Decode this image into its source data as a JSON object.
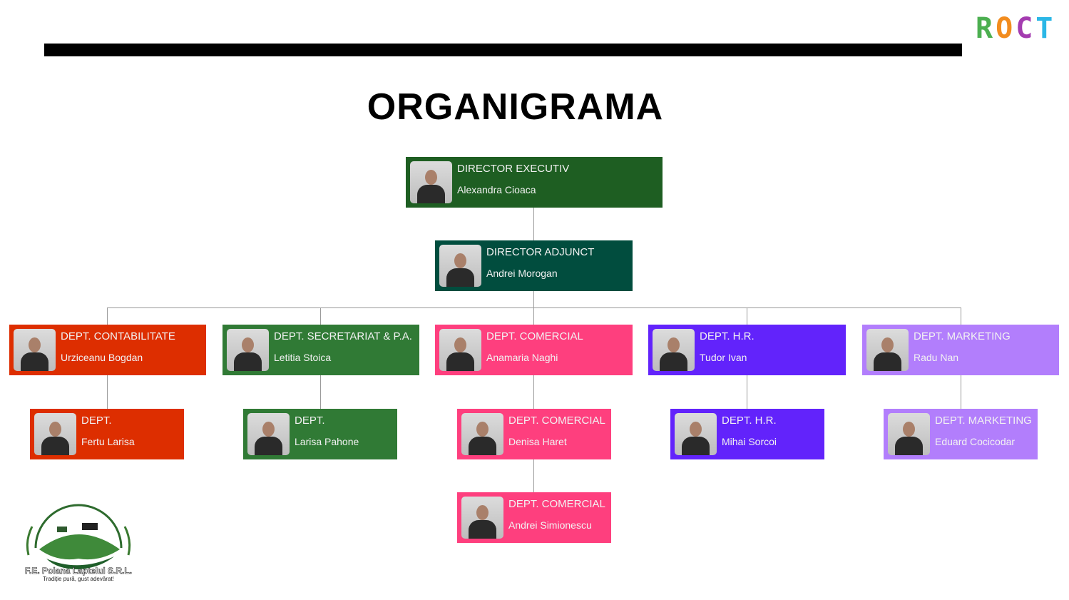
{
  "title": "ORGANIGRAMA",
  "brand": {
    "letters": [
      "R",
      "O",
      "C",
      "T"
    ],
    "colors": [
      "#4caf50",
      "#f28c1e",
      "#a43cb0",
      "#2bb7e6"
    ]
  },
  "company_logo": {
    "name": "F.E. Poiana Laptelui S.R.L.",
    "tagline": "Tradiție pură, gust adevărat!"
  },
  "cards": [
    {
      "title": "DIRECTOR EXECUTIV",
      "name": "Alexandra Cioaca",
      "color": "#1e5e22"
    },
    {
      "title": "DIRECTOR ADJUNCT",
      "name": "Andrei Morogan",
      "color": "#014d3e"
    },
    {
      "title": "DEPT. CONTABILITATE",
      "name": "Urziceanu Bogdan",
      "color": "#dd2e00"
    },
    {
      "title": "DEPT. SECRETARIAT & P.A.",
      "name": "Letitia Stoica",
      "color": "#307a35"
    },
    {
      "title": "DEPT. COMERCIAL",
      "name": "Anamaria Naghi",
      "color": "#fe3f7e"
    },
    {
      "title": "DEPT. H.R.",
      "name": "Tudor Ivan",
      "color": "#6223fb"
    },
    {
      "title": "DEPT. MARKETING",
      "name": "Radu Nan",
      "color": "#b27efc"
    },
    {
      "title": "DEPT.",
      "name": "Fertu Larisa",
      "color": "#dd2e00"
    },
    {
      "title": "DEPT.",
      "name": "Larisa Pahone",
      "color": "#307a35"
    },
    {
      "title": "DEPT. COMERCIAL",
      "name": "Denisa Haret",
      "color": "#fe3f7e"
    },
    {
      "title": "DEPT. H.R.",
      "name": "Mihai Sorcoi",
      "color": "#6223fb"
    },
    {
      "title": "DEPT. MARKETING",
      "name": "Eduard Cocicodar",
      "color": "#b27efc"
    },
    {
      "title": "DEPT. COMERCIAL",
      "name": "Andrei Simionescu",
      "color": "#fe3f7e"
    }
  ]
}
